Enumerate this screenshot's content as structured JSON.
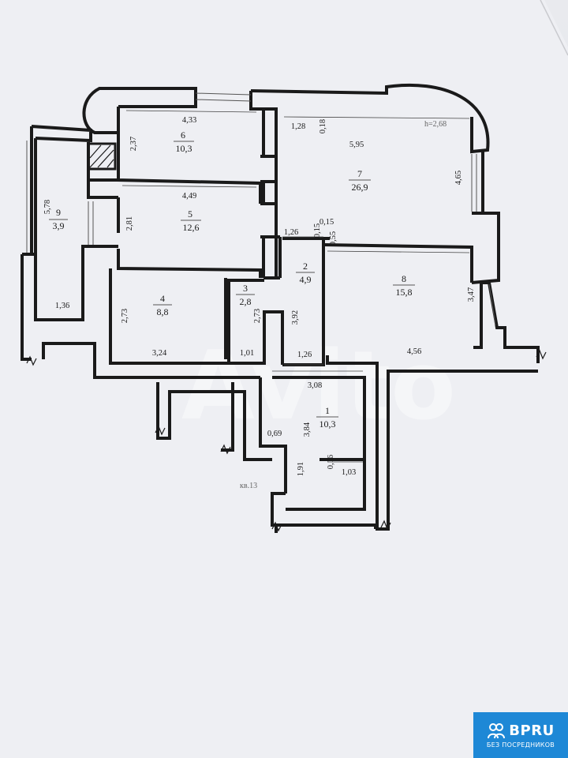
{
  "rooms": [
    {
      "num": "1",
      "area": "10,3"
    },
    {
      "num": "2",
      "area": "4,9"
    },
    {
      "num": "3",
      "area": "2,8"
    },
    {
      "num": "4",
      "area": "8,8"
    },
    {
      "num": "5",
      "area": "12,6"
    },
    {
      "num": "6",
      "area": "10,3"
    },
    {
      "num": "7",
      "area": "26,9"
    },
    {
      "num": "8",
      "area": "15,8"
    },
    {
      "num": "9",
      "area": "3,9"
    }
  ],
  "dims": {
    "d433": "4,33",
    "d237": "2,37",
    "d449": "4,49",
    "d281": "2,81",
    "d578": "5,78",
    "d136": "1,36",
    "d273a": "2,73",
    "d324": "3,24",
    "d273b": "2,73",
    "d101": "1,01",
    "d392": "3,92",
    "d126a": "1,26",
    "d126b": "1,26",
    "d015a": "0,15",
    "d015b": "0,15",
    "d055": "0,55",
    "d128": "1,28",
    "d018": "0,18",
    "d595": "5,95",
    "d465": "4,65",
    "d347": "3,47",
    "d456": "4,56",
    "d308": "3,08",
    "d069": "0,69",
    "d384": "3,84",
    "d191": "1,91",
    "d016": "0,16",
    "d103": "1,03"
  },
  "ceiling_height": "h=2,68",
  "apartment_label": "кв.13",
  "watermark": "Avito",
  "badge": {
    "title": "BPRU",
    "subtitle": "БЕЗ ПОСРЕДНИКОВ"
  }
}
